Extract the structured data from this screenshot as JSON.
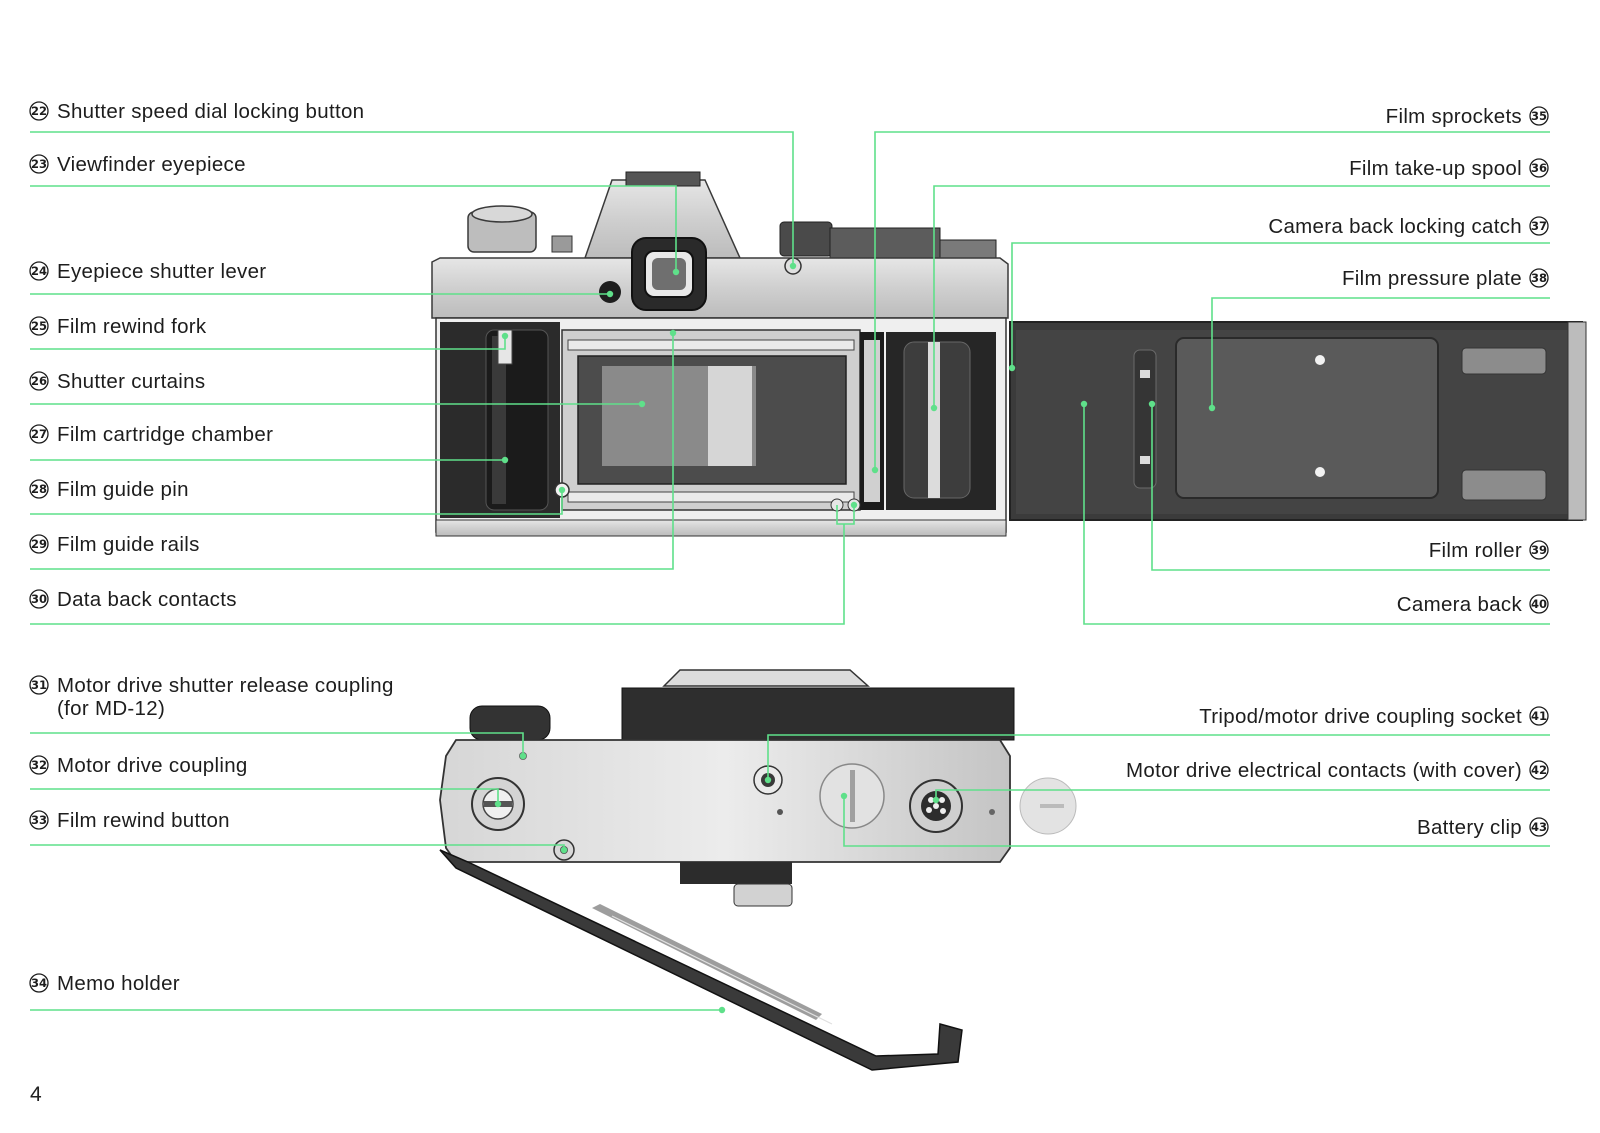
{
  "page_number": "4",
  "colors": {
    "leader": "#5fe08a",
    "text": "#1d1d1d"
  },
  "labels": [
    {
      "num": "22",
      "text": "Shutter speed dial locking button"
    },
    {
      "num": "23",
      "text": "Viewfinder eyepiece"
    },
    {
      "num": "24",
      "text": "Eyepiece shutter lever"
    },
    {
      "num": "25",
      "text": "Film rewind fork"
    },
    {
      "num": "26",
      "text": "Shutter curtains"
    },
    {
      "num": "27",
      "text": "Film cartridge chamber"
    },
    {
      "num": "28",
      "text": "Film guide pin"
    },
    {
      "num": "29",
      "text": "Film guide rails"
    },
    {
      "num": "30",
      "text": "Data back contacts"
    },
    {
      "num": "31",
      "text": "Motor drive shutter release coupling",
      "text2": "(for MD-12)"
    },
    {
      "num": "32",
      "text": "Motor drive coupling"
    },
    {
      "num": "33",
      "text": "Film rewind button"
    },
    {
      "num": "34",
      "text": "Memo holder"
    },
    {
      "num": "35",
      "text": "Film sprockets"
    },
    {
      "num": "36",
      "text": "Film take-up spool"
    },
    {
      "num": "37",
      "text": "Camera back locking catch"
    },
    {
      "num": "38",
      "text": "Film pressure plate"
    },
    {
      "num": "39",
      "text": "Film roller"
    },
    {
      "num": "40",
      "text": "Camera back"
    },
    {
      "num": "41",
      "text": "Tripod/motor drive coupling socket"
    },
    {
      "num": "42",
      "text": "Motor drive electrical contacts (with cover)"
    },
    {
      "num": "43",
      "text": "Battery clip"
    }
  ]
}
